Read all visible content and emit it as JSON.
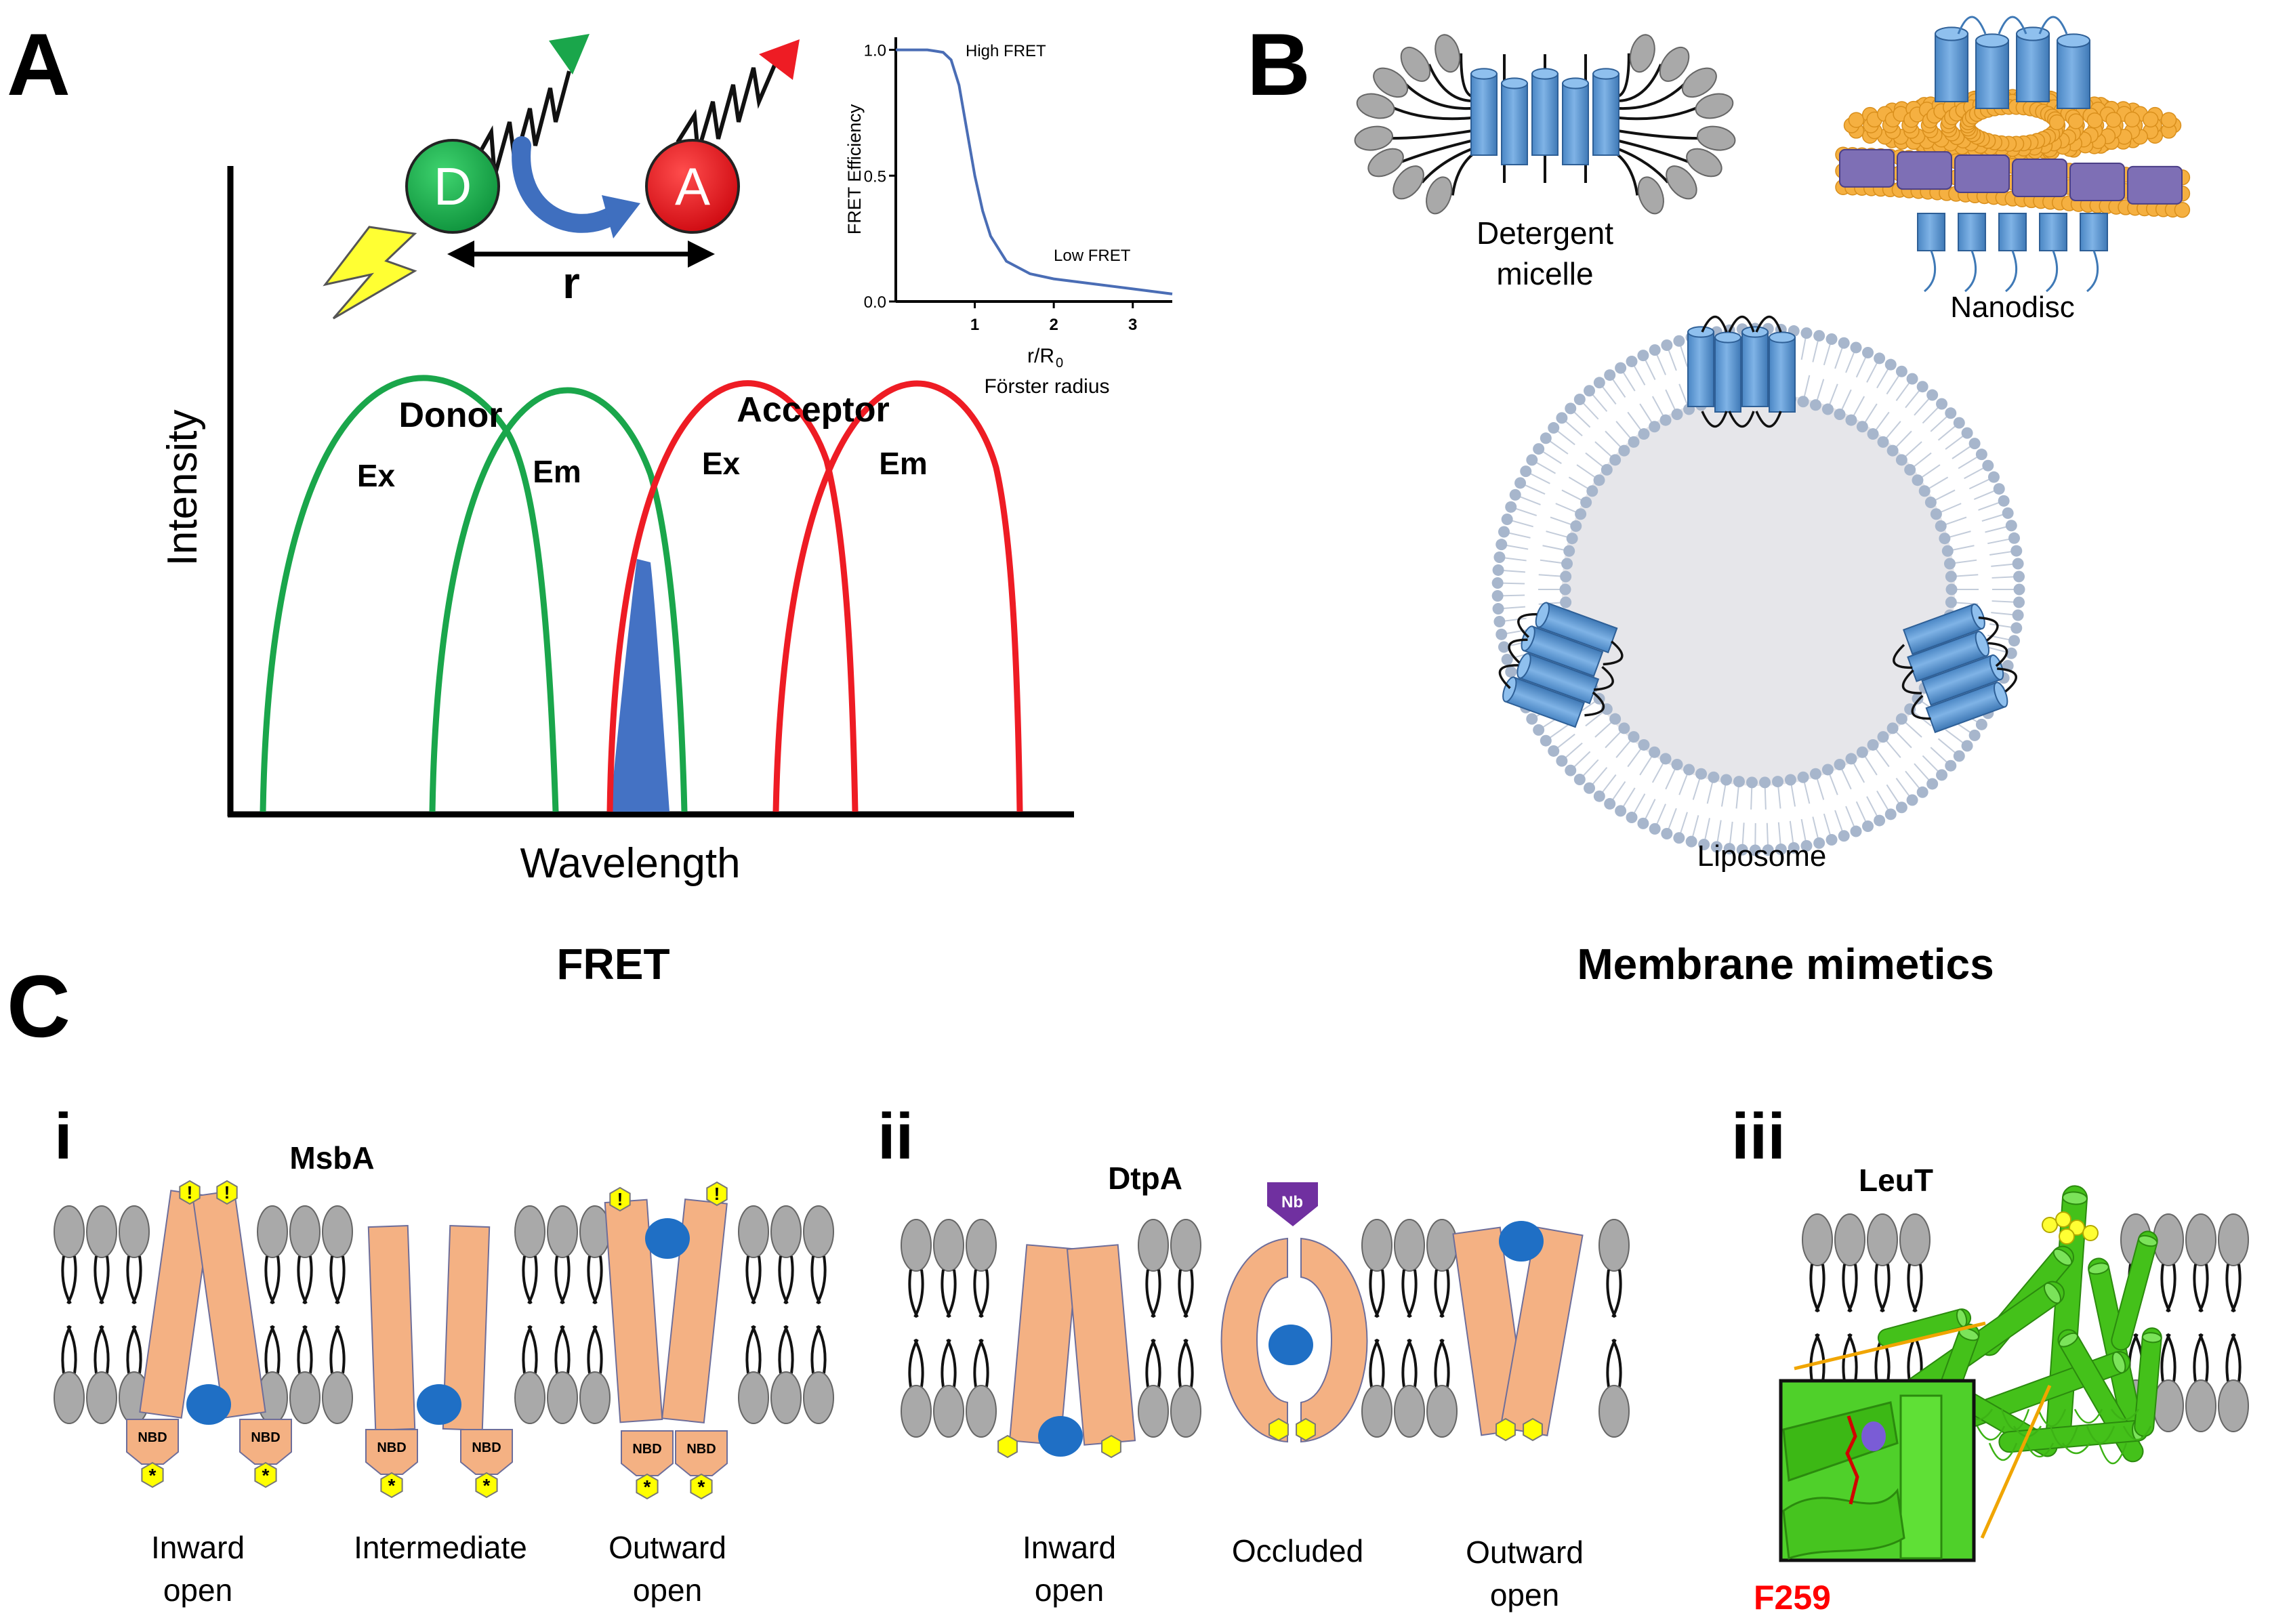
{
  "panelA": {
    "letter": "A",
    "caption": "FRET",
    "donor_letter": "D",
    "acceptor_letter": "A",
    "distance_symbol": "r",
    "xlabel": "Wavelength",
    "ylabel": "Intensity",
    "donor_label": "Donor",
    "acceptor_label": "Acceptor",
    "ex_label": "Ex",
    "em_label": "Em",
    "colors": {
      "donor": "#1aa64b",
      "acceptor": "#ee1c24",
      "overlap": "#4472c4",
      "flash": "#ffff33"
    },
    "inset": {
      "ylabel": "FRET Efficiency",
      "xlabel_main": "r/R",
      "xlabel_sub": "0",
      "xlabel_2": "Förster  radius",
      "high_label": "High FRET",
      "low_label": "Low FRET",
      "yticks": [
        "1.0",
        "0.5",
        "0.0"
      ],
      "xticks": [
        "1",
        "2",
        "3"
      ]
    }
  },
  "chart_data": {
    "type": "line",
    "x": [
      0,
      0.2,
      0.4,
      0.5,
      0.6,
      0.7,
      0.8,
      0.9,
      1.0,
      1.1,
      1.2,
      1.4,
      1.7,
      2.0,
      2.5,
      3.0,
      3.5
    ],
    "series": [
      {
        "values": [
          1.0,
          1.0,
          1.0,
          0.995,
          0.99,
          0.96,
          0.86,
          0.68,
          0.5,
          0.36,
          0.26,
          0.16,
          0.11,
          0.09,
          0.07,
          0.05,
          0.03
        ]
      }
    ],
    "xlabel": "r/R0 Förster radius",
    "ylabel": "FRET Efficiency",
    "xlim": [
      0,
      3.5
    ],
    "ylim": [
      0,
      1.05
    ],
    "annotations": [
      "High FRET",
      "Low FRET"
    ],
    "grid": false,
    "line_color": "#4a6db5"
  },
  "panelB": {
    "letter": "B",
    "caption": "Membrane mimetics",
    "micelle_label_1": "Detergent",
    "micelle_label_2": "micelle",
    "nanodisc_label": "Nanodisc",
    "liposome_label": "Liposome",
    "colors": {
      "protein": "#5b9bd5",
      "lipid_head": "#f5b041",
      "scaffold": "#7e6fb5",
      "liposome_head": "#a7b6cc"
    }
  },
  "panelC": {
    "letter": "C",
    "sub_i": "i",
    "sub_ii": "ii",
    "sub_iii": "iii",
    "msba_title": "MsbA",
    "dtpa_title": "DtpA",
    "leut_title": "LeuT",
    "nbd_label": "NBD",
    "nb_label": "Nb",
    "excl_mark": "!",
    "star_mark": "*",
    "residue_label": "F259",
    "states_i": [
      {
        "line1": "Inward",
        "line2": "open"
      },
      {
        "line1": "Intermediate",
        "line2": ""
      },
      {
        "line1": "Outward",
        "line2": "open"
      }
    ],
    "states_ii": [
      {
        "line1": "Inward",
        "line2": "open"
      },
      {
        "line1": "Occluded",
        "line2": ""
      },
      {
        "line1": "Outward",
        "line2": "open"
      }
    ],
    "colors": {
      "helix": "#f4b183",
      "substrate": "#1f6fc5",
      "label_site": "#ffff00",
      "nanobody": "#7030a0",
      "leut": "#44c11a",
      "residue": "#ff0000"
    }
  }
}
